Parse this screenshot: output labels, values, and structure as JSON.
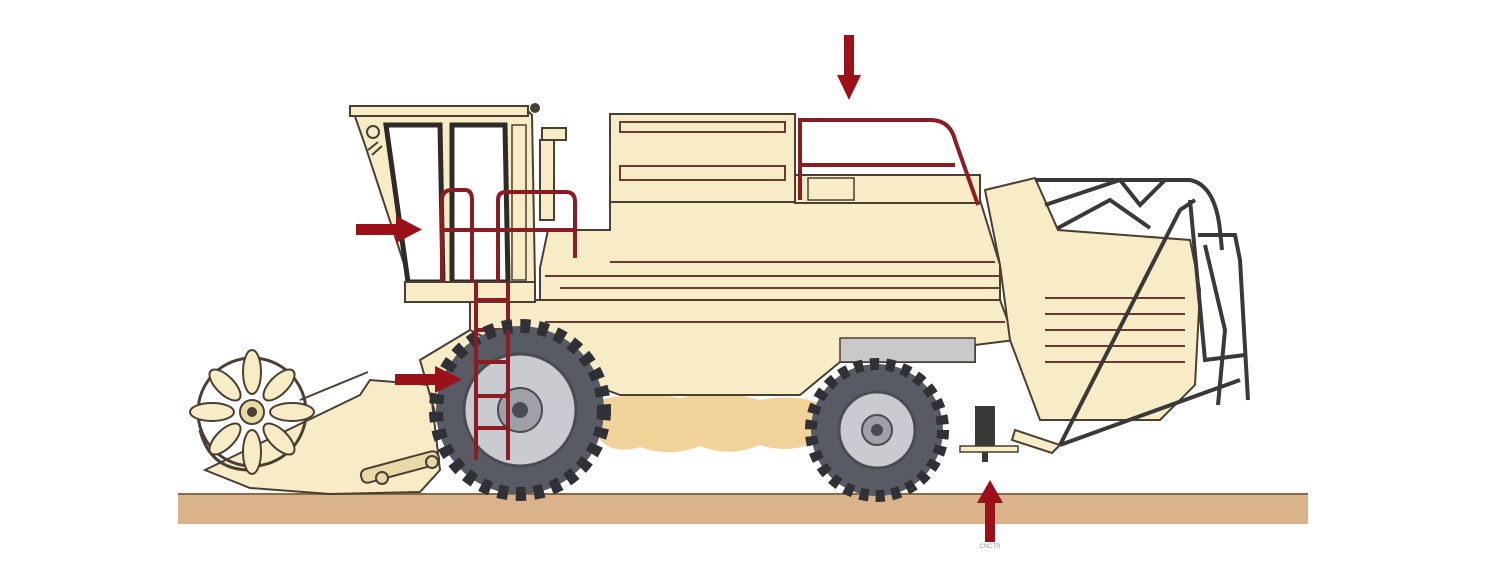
{
  "colors": {
    "body": "#f7ecc6",
    "body_outline": "#4a3f33",
    "railing": "#8c1c24",
    "arrow": "#9b1019",
    "tire": "#585b63",
    "tire_hub": "#c9cbd1",
    "ground": "#d9b48a",
    "ground_line": "#8b6a4a",
    "grain": "#f1d39a",
    "reel_frame": "#3b3838",
    "trim": "#6b3a34",
    "undercarriage": "#c9c9c9"
  },
  "arrows": [
    {
      "name": "arrow-top-platform",
      "direction": "down"
    },
    {
      "name": "arrow-cab-door",
      "direction": "right"
    },
    {
      "name": "arrow-ladder",
      "direction": "right"
    },
    {
      "name": "arrow-rear-step",
      "direction": "up"
    }
  ],
  "caption": "CNCTR"
}
